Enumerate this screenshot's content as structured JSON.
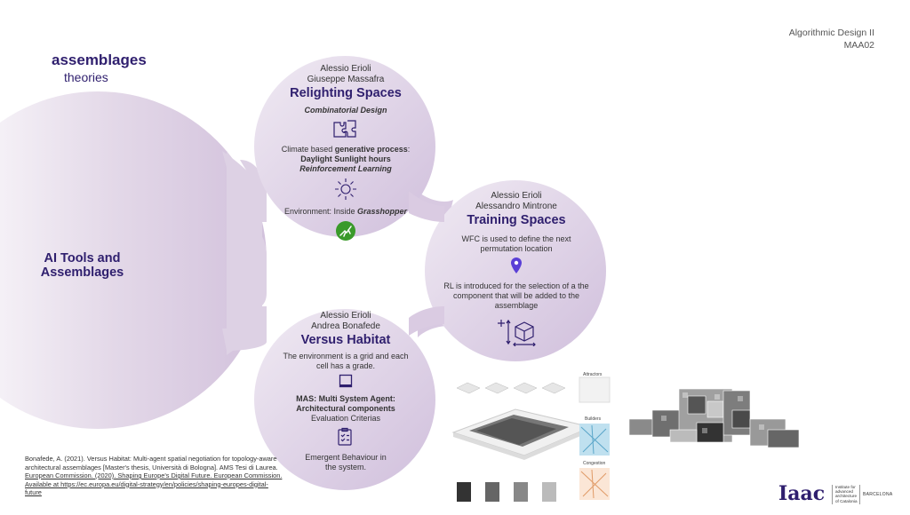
{
  "header": {
    "course": "Algorithmic Design II",
    "code": "MAA02"
  },
  "brand": {
    "line1": "assemblages",
    "line2": "theories"
  },
  "main_title": "AI Tools and Assemblages",
  "cards": {
    "relighting": {
      "author1": "Alessio Erioli",
      "author2": "Giuseppe Massafra",
      "title": "Relighting Spaces",
      "subtitle": "Combinatorial Design",
      "climate_prefix": "Climate based ",
      "climate_bold": "generative process",
      "climate_suffix": ":",
      "daylight": "Daylight Sunlight hours",
      "rl": "Reinforcement Learning",
      "env_prefix": "Environment: Inside ",
      "env_bold": "Grasshopper"
    },
    "training": {
      "author1": "Alessio Erioli",
      "author2": "Alessandro Mintrone",
      "title": "Training Spaces",
      "wfc": "WFC is used to define the next permutation location",
      "rl_text": "RL is introduced for the selection of a the component that will be added to the assemblage"
    },
    "habitat": {
      "author1": "Alessio Erioli",
      "author2": "Andrea Bonafede",
      "title": "Versus Habitat",
      "env": "The environment is a grid and each cell has a grade.",
      "mas": "MAS: Multi System Agent: Architectural components",
      "eval": "Evaluation Criterias",
      "emergent": "Emergent Behaviour in the system."
    }
  },
  "reference": {
    "text1": "Bonafede, A. (2021). Versus Habitat: Multi-agent spatial negotiation for topology-aware architectural assemblages [Master's thesis, Università di Bologna]. AMS Tesi di Laurea. ",
    "link1": "European Commission. (2020). Shaping Europe's Digital Future. European Commission. Available at https://ec.europa.eu/digital-strategy/en/policies/shaping-europes-digital-future"
  },
  "figure_labels": {
    "attractors": "Attractors",
    "builders": "Builders",
    "congestion": "Congestion"
  },
  "logo": {
    "mark": "Iaac",
    "line1": "Institute for",
    "line2": "advanced",
    "line3": "architecture",
    "line4": "of Catalonia",
    "city": "BARCELONA"
  },
  "colors": {
    "accent": "#2f1f6e",
    "blob": "#dccfe3",
    "pin": "#5a3fd6",
    "green": "#3a9a2a"
  }
}
